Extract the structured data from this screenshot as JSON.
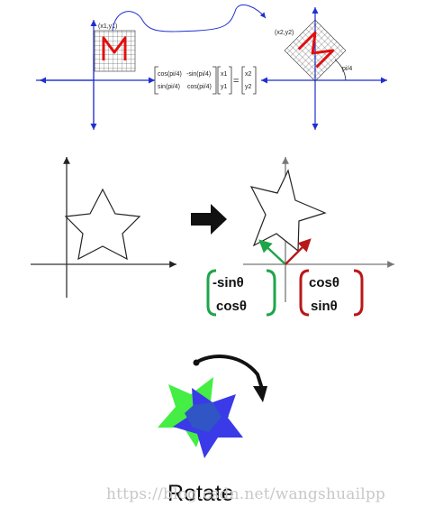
{
  "figure1": {
    "point_in": "(x1,y1)",
    "point_out": "(x2,y2)",
    "angle_label": "pi/4",
    "glyph": "M",
    "matrix": {
      "r1c1": "cos(pi/4)",
      "r1c2": "-sin(pi/4)",
      "r2c1": "sin(pi/4)",
      "r2c2": "cos(pi/4)"
    },
    "vector_in": [
      "x1",
      "y1"
    ],
    "equals": "=",
    "vector_out": [
      "x2",
      "y2"
    ]
  },
  "figure2": {
    "vector_green": [
      "-sinθ",
      "cosθ"
    ],
    "vector_red": [
      "cosθ",
      "sinθ"
    ],
    "colors": {
      "green": "#1ea54a",
      "red": "#b81818",
      "arrow": "#000000"
    }
  },
  "figure3": {
    "caption": "Rotate",
    "colors": {
      "green_star": "#44ee44",
      "blue_star": "#3a3ae8",
      "overlap": "#2f56c4"
    }
  },
  "watermark": "https://blog.csdn.net/wangshuailpp"
}
